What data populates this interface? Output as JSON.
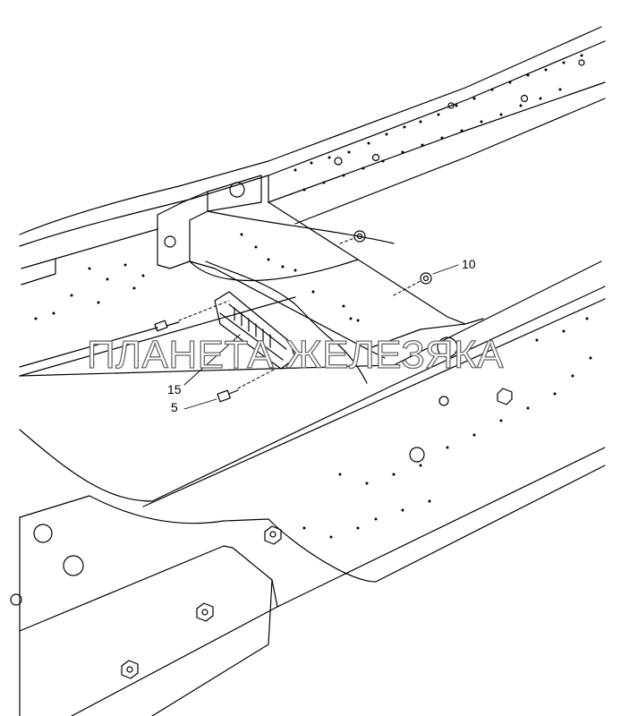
{
  "callouts": {
    "c10": "10",
    "c15": "15",
    "c5": "5"
  },
  "watermark": "ПЛАНЕТА ЖЕЛЕЗЯКА",
  "colors": {
    "line": "#000000",
    "background": "#ffffff",
    "watermark_outline": "#6a6a6a"
  }
}
